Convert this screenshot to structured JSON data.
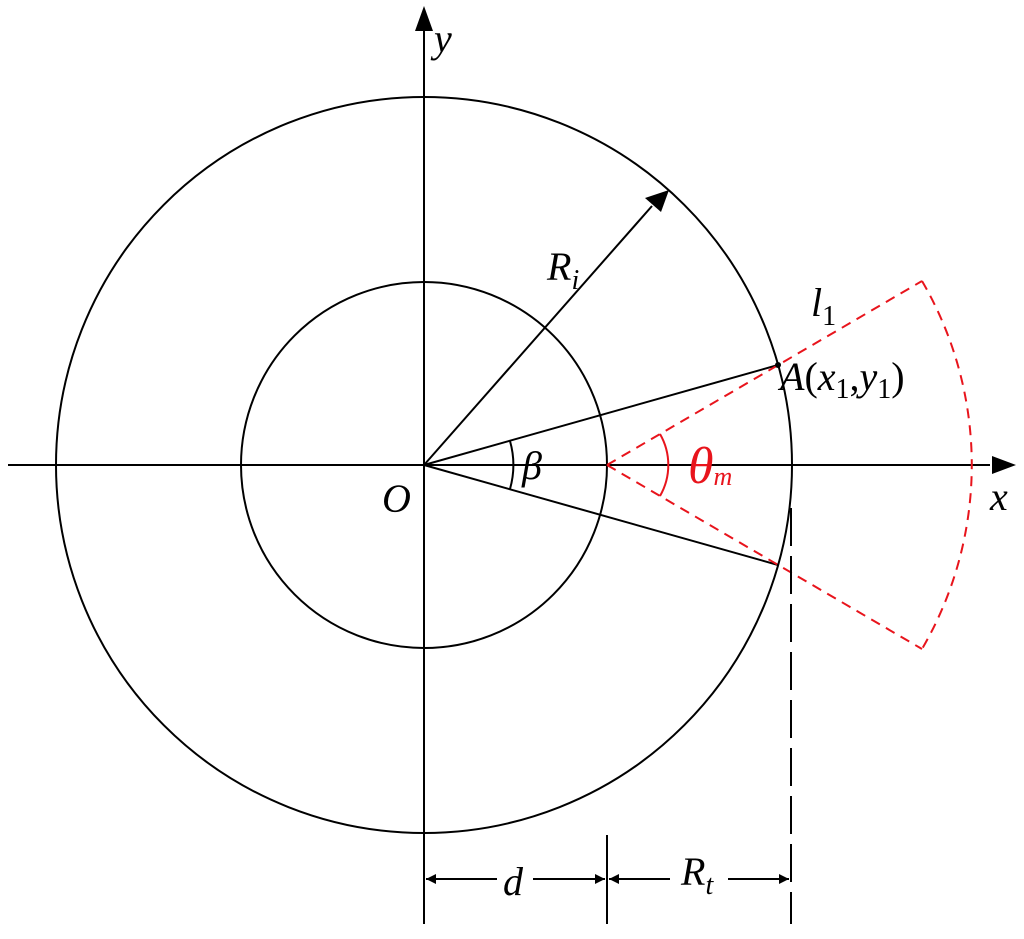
{
  "labels": {
    "y_axis": "y",
    "x_axis": "x",
    "origin": "O",
    "radius_i": "R",
    "radius_i_sub": "i",
    "line_l": "l",
    "line_l_sub": "1",
    "point_a_letter": "A",
    "point_a_open": "(",
    "point_a_x": "x",
    "point_a_x_sub": "1",
    "point_a_comma": ",",
    "point_a_y": "y",
    "point_a_y_sub": "1",
    "point_a_close": ")",
    "beta": "β",
    "theta": "θ",
    "theta_sub": "m",
    "dim_d": "d",
    "radius_t": "R",
    "radius_t_sub": "t"
  },
  "colors": {
    "line": "#000000",
    "highlight": "#e8141c",
    "background": "#ffffff"
  }
}
